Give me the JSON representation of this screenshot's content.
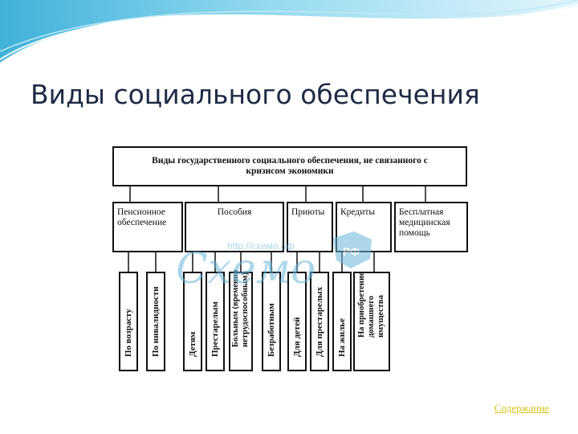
{
  "slide": {
    "title": "Виды социального обеспечения",
    "link_label": "Содержание"
  },
  "diagram": {
    "root": "Виды государственного социального обеспечения, не связанного с кризисом экономики",
    "categories": [
      {
        "label": "Пенсионное обеспечение"
      },
      {
        "label": "Пособия"
      },
      {
        "label": "Приюты"
      },
      {
        "label": "Кредиты"
      },
      {
        "label": "Бесплатная медицинская помощь"
      }
    ],
    "leaves": [
      "По возрасту",
      "По инвалидности",
      "Детям",
      "Престарелым",
      "Больным (временно\nнетрудоспособным)",
      "Безработным",
      "Для детей",
      "Для престарелых",
      "На жилье",
      "На приобретение\nдомашнего\nимущества"
    ]
  },
  "watermark": {
    "url": "http://схемо.рф",
    "word": "Схемо",
    "badge": "РФ"
  },
  "colors": {
    "title": "#1f2a44",
    "wave": "#5fc6e6",
    "link": "#d8c21a",
    "watermark": "#6ab7da"
  }
}
